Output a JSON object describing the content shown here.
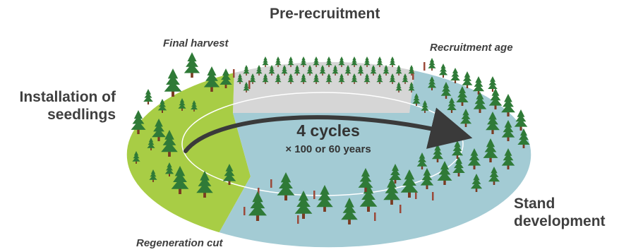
{
  "stages": {
    "pre_recruitment": "Pre-recruitment",
    "installation_line1": "Installation of",
    "installation_line2": "seedlings",
    "stand_line1": "Stand",
    "stand_line2": "development"
  },
  "events": {
    "final_harvest": "Final harvest",
    "recruitment_age": "Recruitment age",
    "regeneration_cut": "Regeneration cut"
  },
  "center": {
    "cycles": "4 cycles",
    "duration": "× 100 or 60 years"
  },
  "colors": {
    "installation_sector": "#a8cd45",
    "pre_recruitment_sector": "#d6d6d6",
    "stand_sector": "#a3cbd4",
    "tree_foliage": "#2f7a37",
    "tree_trunk": "#7a3b22",
    "arrow": "#3a3a3a",
    "label_text": "#3f3f3f"
  }
}
